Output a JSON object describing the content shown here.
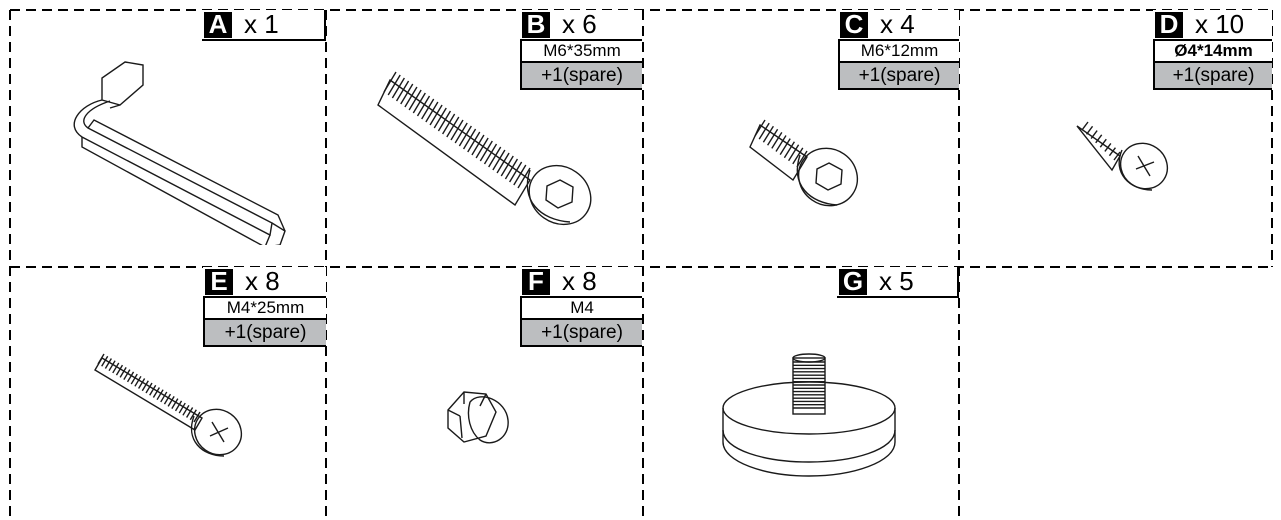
{
  "parts": [
    {
      "letter": "A",
      "qty": "x 1"
    },
    {
      "letter": "B",
      "qty": "x 6",
      "spec": "M6*35mm",
      "spare": "+1(spare)"
    },
    {
      "letter": "C",
      "qty": "x 4",
      "spec": "M6*12mm",
      "spare": "+1(spare)"
    },
    {
      "letter": "D",
      "qty": "x 10",
      "spec": "Ø4*14mm",
      "spare": "+1(spare)"
    },
    {
      "letter": "E",
      "qty": "x 8",
      "spec": "M4*25mm",
      "spare": "+1(spare)"
    },
    {
      "letter": "F",
      "qty": "x  8",
      "spec": "M4",
      "spare": "+1(spare)"
    },
    {
      "letter": "G",
      "qty": "x 5"
    }
  ]
}
